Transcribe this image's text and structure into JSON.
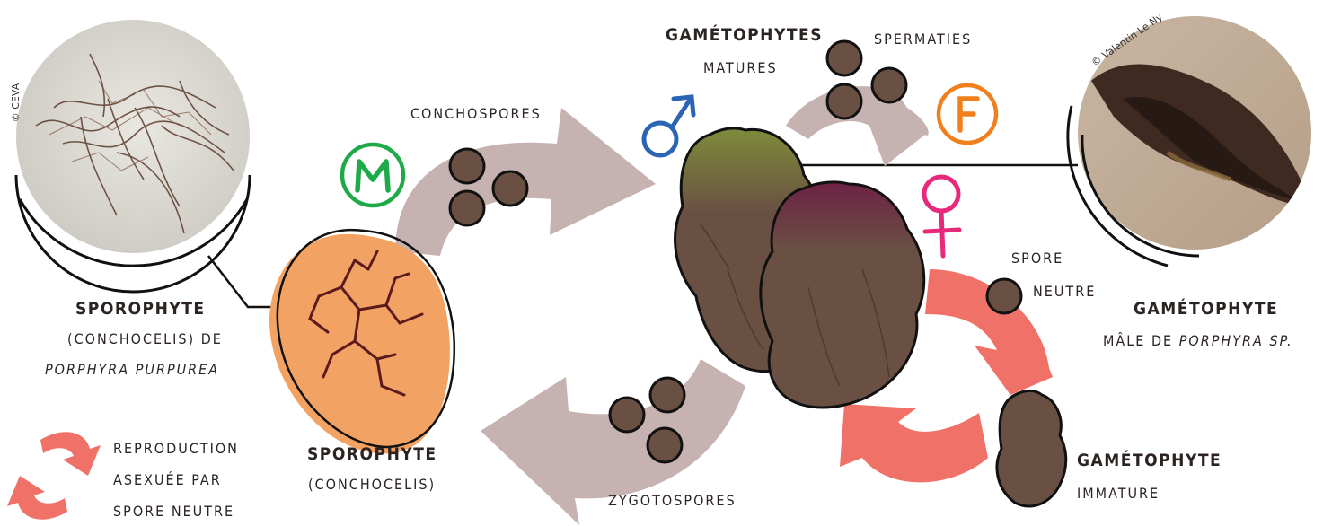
{
  "credits": {
    "left": "© CEVA",
    "right": "© Valentin Le Ny"
  },
  "sporophyte_photo": {
    "title": "Sporophyte",
    "line2": "(conchocelis) de",
    "species": "Porphyra purpurea"
  },
  "gametophyte_photo": {
    "title": "Gamétophyte",
    "line2_prefix": "mâle de",
    "species": "Porphyra sp."
  },
  "stages": {
    "sporophyte": {
      "title": "Sporophyte",
      "sub": "(conchocelis)"
    },
    "mature": {
      "title": "Gamétophytes",
      "sub": "matures"
    },
    "immature": {
      "title": "Gamétophyte",
      "sub": "immature"
    }
  },
  "spores": {
    "conchospores": "Conchospores",
    "spermaties": "Spermaties",
    "zygotospores": "Zygotospores",
    "neutral_line1": "Spore",
    "neutral_line2": "neutre"
  },
  "symbols": {
    "meiosis": "M",
    "fertilization": "F"
  },
  "legend": {
    "line1": "Reproduction",
    "line2": "asexuée par",
    "line3": "spore neutre"
  },
  "colors": {
    "cycle_arrow": "#c6b3b1",
    "asexual_arrow": "#f07167",
    "thallus": "#6a5043",
    "sporophyte_blob": "#f2a262",
    "filament": "#5a1a1e",
    "meiosis": "#1faa4a",
    "fertilization": "#f07f1e",
    "male_symbol": "#2b64b5",
    "female_symbol": "#e6297a"
  }
}
